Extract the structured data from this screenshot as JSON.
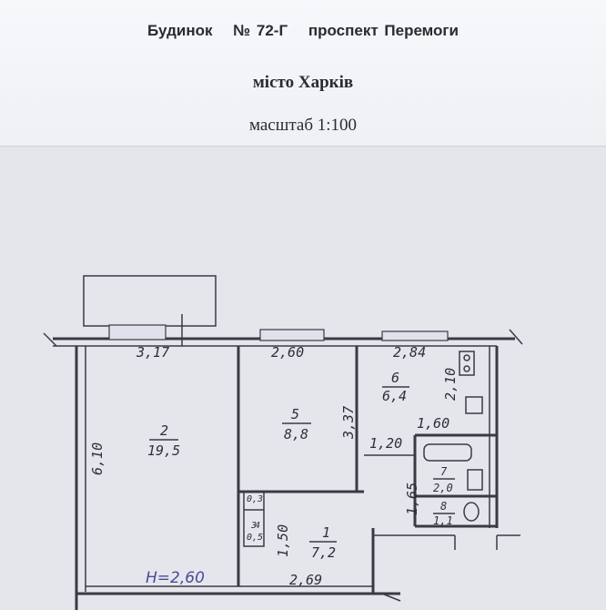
{
  "header": {
    "building": "Будинок",
    "number": "№ 72-Г",
    "street": "проспект Перемоги",
    "city": "місто Харків",
    "scale": "масштаб 1:100"
  },
  "plan": {
    "rooms": [
      {
        "id": "2",
        "area": "19,5"
      },
      {
        "id": "5",
        "area": "8,8"
      },
      {
        "id": "6",
        "area": "6,4"
      },
      {
        "id": "7",
        "area": "2,0"
      },
      {
        "id": "8",
        "area": "1,1"
      },
      {
        "id": "1",
        "area": "7,2"
      },
      {
        "id": "3",
        "area": "0,3"
      },
      {
        "id": "4",
        "area": "0,5"
      }
    ],
    "dimensions": {
      "room2_width": "3,17",
      "room2_height": "6,10",
      "room5_width": "2,60",
      "room5_height": "3,37",
      "room6_width": "2,84",
      "room6_height": "2,10",
      "bath_width": "1,60",
      "corridor_width": "1,20",
      "bath_height": "1,65",
      "hall_height": "1,50",
      "hall_width": "2,69"
    },
    "ceiling_height": "H=2,60"
  }
}
